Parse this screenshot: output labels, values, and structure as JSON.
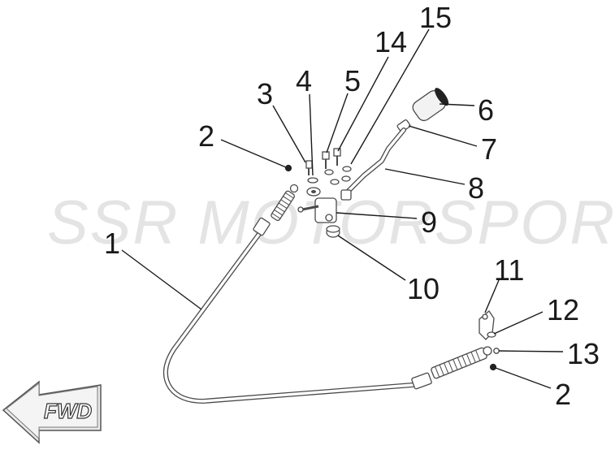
{
  "watermark": "SSR MOTORSPORTS",
  "direction_arrow": {
    "label": "FWD"
  },
  "callouts": [
    {
      "id": "callout-1",
      "number": "1"
    },
    {
      "id": "callout-2-upper",
      "number": "2"
    },
    {
      "id": "callout-2-lower",
      "number": "2"
    },
    {
      "id": "callout-3",
      "number": "3"
    },
    {
      "id": "callout-4",
      "number": "4"
    },
    {
      "id": "callout-5",
      "number": "5"
    },
    {
      "id": "callout-6",
      "number": "6"
    },
    {
      "id": "callout-7",
      "number": "7"
    },
    {
      "id": "callout-8",
      "number": "8"
    },
    {
      "id": "callout-9",
      "number": "9"
    },
    {
      "id": "callout-10",
      "number": "10"
    },
    {
      "id": "callout-11",
      "number": "11"
    },
    {
      "id": "callout-12",
      "number": "12"
    },
    {
      "id": "callout-13",
      "number": "13"
    },
    {
      "id": "callout-14",
      "number": "14"
    },
    {
      "id": "callout-15",
      "number": "15"
    }
  ]
}
